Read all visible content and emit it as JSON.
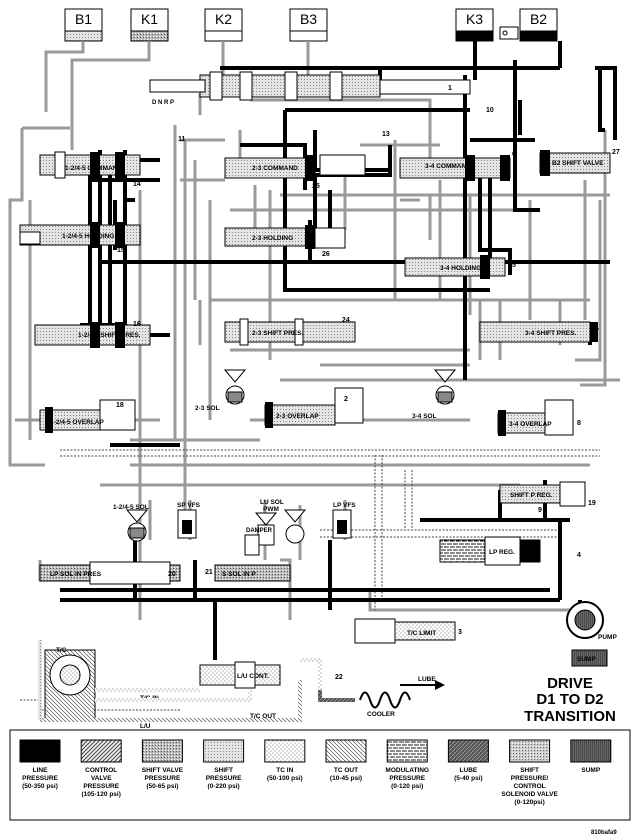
{
  "title": {
    "line1": "DRIVE",
    "line2": "D1 TO D2",
    "line3": "TRANSITION"
  },
  "figure_code": "810bafa9",
  "elements": {
    "b1": "B1",
    "k1": "K1",
    "k2": "K2",
    "b3": "B3",
    "k3": "K3",
    "b2": "B2"
  },
  "manual_valve_positions": "D  N  R  P",
  "valves": {
    "cmd_1245": "1-2/4-5 COMMAND",
    "holding_1245": "1-2/4-5 HOLDING",
    "shift_pres_1245": "1-2/4-5 SHIFT PRES.",
    "overlap_1245": "1-2/4-5 OVERLAP",
    "cmd_23": "2-3 COMMAND",
    "holding_23": "2-3 HOLDING",
    "shift_pres_23": "2-3 SHIFT PRES.",
    "overlap_23": "2-3 OVERLAP",
    "cmd_34": "3-4 COMMAND",
    "holding_34": "3-4 HOLDING",
    "shift_pres_34": "3-4 SHIFT PRES.",
    "overlap_34": "3-4 OVERLAP",
    "b2_shift": "B2 SHIFT VALVE",
    "shift_p_reg": "SHIFT P REG.",
    "lp_reg": "LP REG.",
    "lp_sol_in_pres": "LP SOL IN PRES",
    "s_sol_in_p": "S SOL IN P",
    "tc_limit": "T/C LIMIT",
    "lu_cont": "L/U CONT."
  },
  "solenoids": {
    "sol_23": "2-3 SOL",
    "sol_34": "3-4 SOL",
    "sol_1245": "1-2/4-5 SOL",
    "sp_vfs": "SP VFS",
    "lu_sol_pwm_1": "LU SOL",
    "lu_sol_pwm_2": "PWM",
    "lp_vfs": "LP VFS",
    "damper": "DAMPER"
  },
  "components": {
    "tc": "T/C",
    "tc_in": "T/C IN",
    "tc_out": "T/C OUT",
    "lu": "L/U",
    "lube": "LUBE",
    "cooler": "COOLER",
    "pump": "PUMP",
    "sump": "SUMP"
  },
  "callouts": [
    "1",
    "2",
    "3",
    "4",
    "5",
    "6",
    "7",
    "8",
    "9",
    "10",
    "11",
    "13",
    "14",
    "15",
    "16",
    "18",
    "19",
    "20",
    "21",
    "22",
    "24",
    "25",
    "26",
    "27"
  ],
  "legend": [
    {
      "name": "LINE PRESSURE",
      "range": "(50-350 psi)",
      "fill": "line"
    },
    {
      "name": "CONTROL VALVE PRESSURE",
      "range": "(105-120 psi)",
      "fill": "cvp"
    },
    {
      "name": "SHIFT VALVE PRESSURE",
      "range": "(50-65 psi)",
      "fill": "svp"
    },
    {
      "name": "SHIFT PRESSURE",
      "range": "(0-220 psi)",
      "fill": "sp"
    },
    {
      "name": "TC IN",
      "range": "(50-100 psi)",
      "fill": "tcin"
    },
    {
      "name": "TC OUT",
      "range": "(10-45 psi)",
      "fill": "tcout"
    },
    {
      "name": "MODULATING PRESSURE",
      "range": "(0-120 psi)",
      "fill": "mod"
    },
    {
      "name": "LUBE",
      "range": "(5-40 psi)",
      "fill": "lube"
    },
    {
      "name": "SHIFT PRESSURE/ CONTROL SOLENOID VALVE",
      "range": "(0-120psi)",
      "fill": "spcsv"
    },
    {
      "name": "SUMP",
      "range": "",
      "fill": "sump"
    }
  ],
  "legend_lines": [
    [
      "LINE",
      "PRESSURE",
      "(50-350 psi)"
    ],
    [
      "CONTROL",
      "VALVE",
      "PRESSURE",
      "(105-120 psi)"
    ],
    [
      "SHIFT VALVE",
      "PRESSURE",
      "(50-65 psi)"
    ],
    [
      "SHIFT",
      "PRESSURE",
      "(0-220 psi)"
    ],
    [
      "TC IN",
      "(50-100 psi)"
    ],
    [
      "TC OUT",
      "(10-45 psi)"
    ],
    [
      "MODULATING",
      "PRESSURE",
      "(0-120 psi)"
    ],
    [
      "LUBE",
      "(5-40 psi)"
    ],
    [
      "SHIFT",
      "PRESSURE/",
      "CONTROL",
      "SOLENOID VALVE",
      "(0-120psi)"
    ],
    [
      "SUMP"
    ]
  ]
}
